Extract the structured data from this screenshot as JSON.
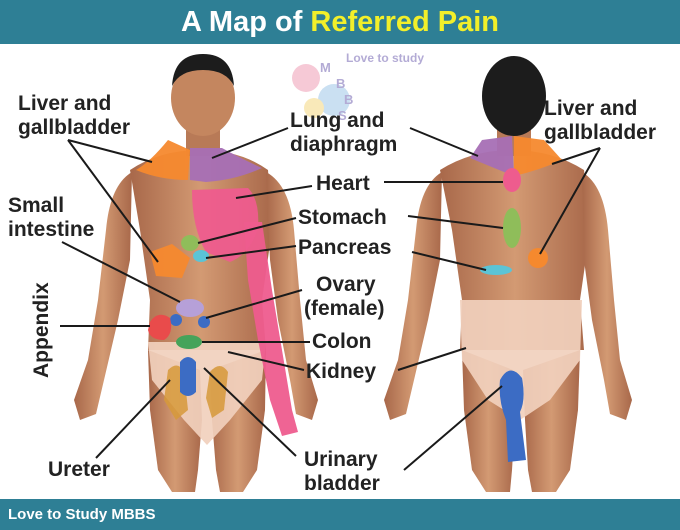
{
  "title": {
    "prefix": "A Map of",
    "highlight": "Referred Pain"
  },
  "watermark": {
    "text": "Love to study",
    "letters": [
      "M",
      "B",
      "B",
      "S"
    ]
  },
  "footer": {
    "text": "Love to Study MBBS"
  },
  "labels": {
    "liver_left": [
      "Liver and",
      "gallbladder"
    ],
    "small_intestine": [
      "Small",
      "intestine"
    ],
    "appendix": "Appendix",
    "ureter": "Ureter",
    "lung": [
      "Lung and",
      "diaphragm"
    ],
    "heart": "Heart",
    "stomach": "Stomach",
    "pancreas": "Pancreas",
    "ovary": [
      "Ovary",
      "(female)"
    ],
    "colon": "Colon",
    "kidney": "Kidney",
    "bladder": [
      "Urinary",
      "bladder"
    ],
    "liver_right": [
      "Liver and",
      "gallbladder"
    ]
  },
  "colors": {
    "header": "#2e7f95",
    "highlight": "#f2ef2a",
    "liver": "#f5892e",
    "lung": "#a66fb5",
    "heart": "#ee5c8e",
    "stomach": "#8fbd5a",
    "pancreas": "#5bc4d6",
    "ovary": "#b6a0d8",
    "kidney": "#3c6cc4",
    "appendix": "#e94b4b",
    "colon": "#46a35a",
    "skin": "#c98a63",
    "hair": "#1c1c1c",
    "briefs": "#f1d0bd"
  }
}
